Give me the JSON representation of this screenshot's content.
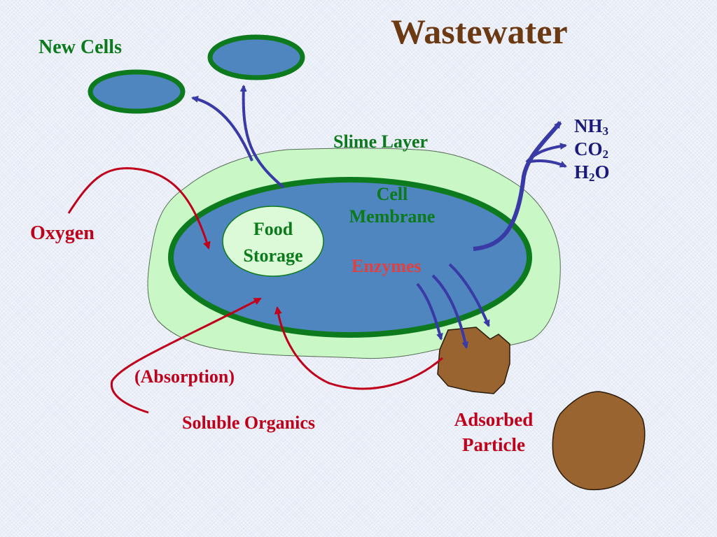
{
  "title": "Wastewater",
  "labels": {
    "new_cells": "New Cells",
    "slime_layer": "Slime Layer",
    "cell": "Cell",
    "membrane": "Membrane",
    "food": "Food",
    "storage": "Storage",
    "enzymes": "Enzymes",
    "oxygen": "Oxygen",
    "absorption": "(Absorption)",
    "soluble_organics": "Soluble Organics",
    "adsorbed": "Adsorbed",
    "particle": "Particle"
  },
  "products": [
    {
      "base": "NH",
      "sub": "3",
      "tail": ""
    },
    {
      "base": "CO",
      "sub": "2",
      "tail": ""
    },
    {
      "base": "H",
      "sub": "2",
      "tail": "O"
    }
  ],
  "colors": {
    "title": "#6b3a12",
    "slime": "#c9f7c6",
    "cell_fill": "#4f86bf",
    "cell_border": "#0d7a1e",
    "food_fill": "#dcfad8",
    "arrow_blue": "#3a3aa6",
    "arrow_red": "#c0001a",
    "particle": "#9a6430"
  }
}
